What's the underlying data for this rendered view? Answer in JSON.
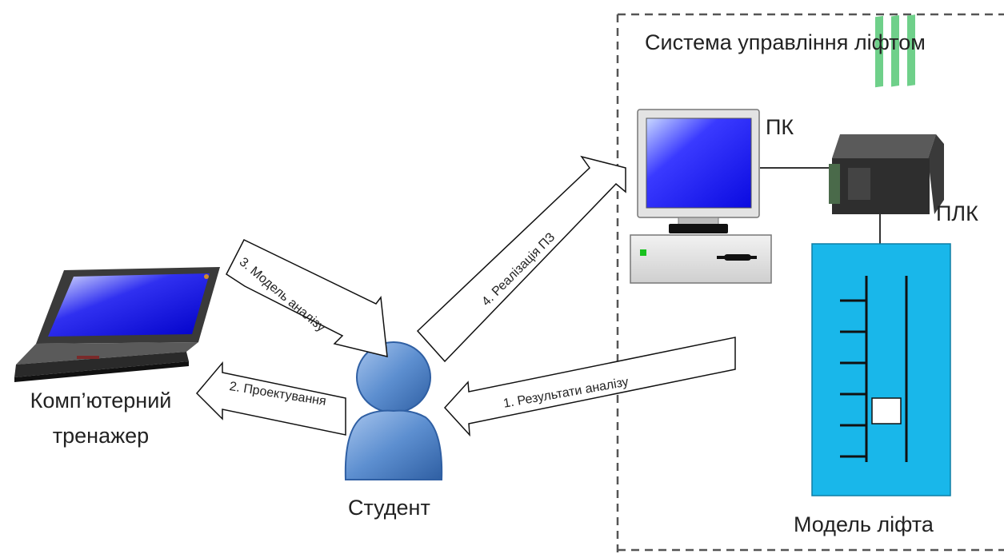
{
  "system": {
    "title": "Система управління ліфтом"
  },
  "devices": {
    "pc": {
      "label": "ПК"
    },
    "plc": {
      "label": "ПЛК"
    },
    "elevator_model": {
      "label": "Модель ліфта"
    }
  },
  "actors": {
    "student": {
      "label": "Студент"
    },
    "trainer": {
      "label_line1": "Комп’ютерний",
      "label_line2": "тренажер"
    }
  },
  "arrows": {
    "a1": {
      "text": "1. Результати аналізу"
    },
    "a2": {
      "text": "2. Проектування"
    },
    "a3": {
      "text": "3. Модель аналізу"
    },
    "a4": {
      "text": "4. Реалізація ПЗ"
    }
  },
  "colors": {
    "screen_blue": "#1a1aff",
    "elevator_fill": "#19b7ea",
    "person_blue": "#5b8fcf",
    "dashed_border": "#555555",
    "plc_green": "#6fd08a"
  }
}
